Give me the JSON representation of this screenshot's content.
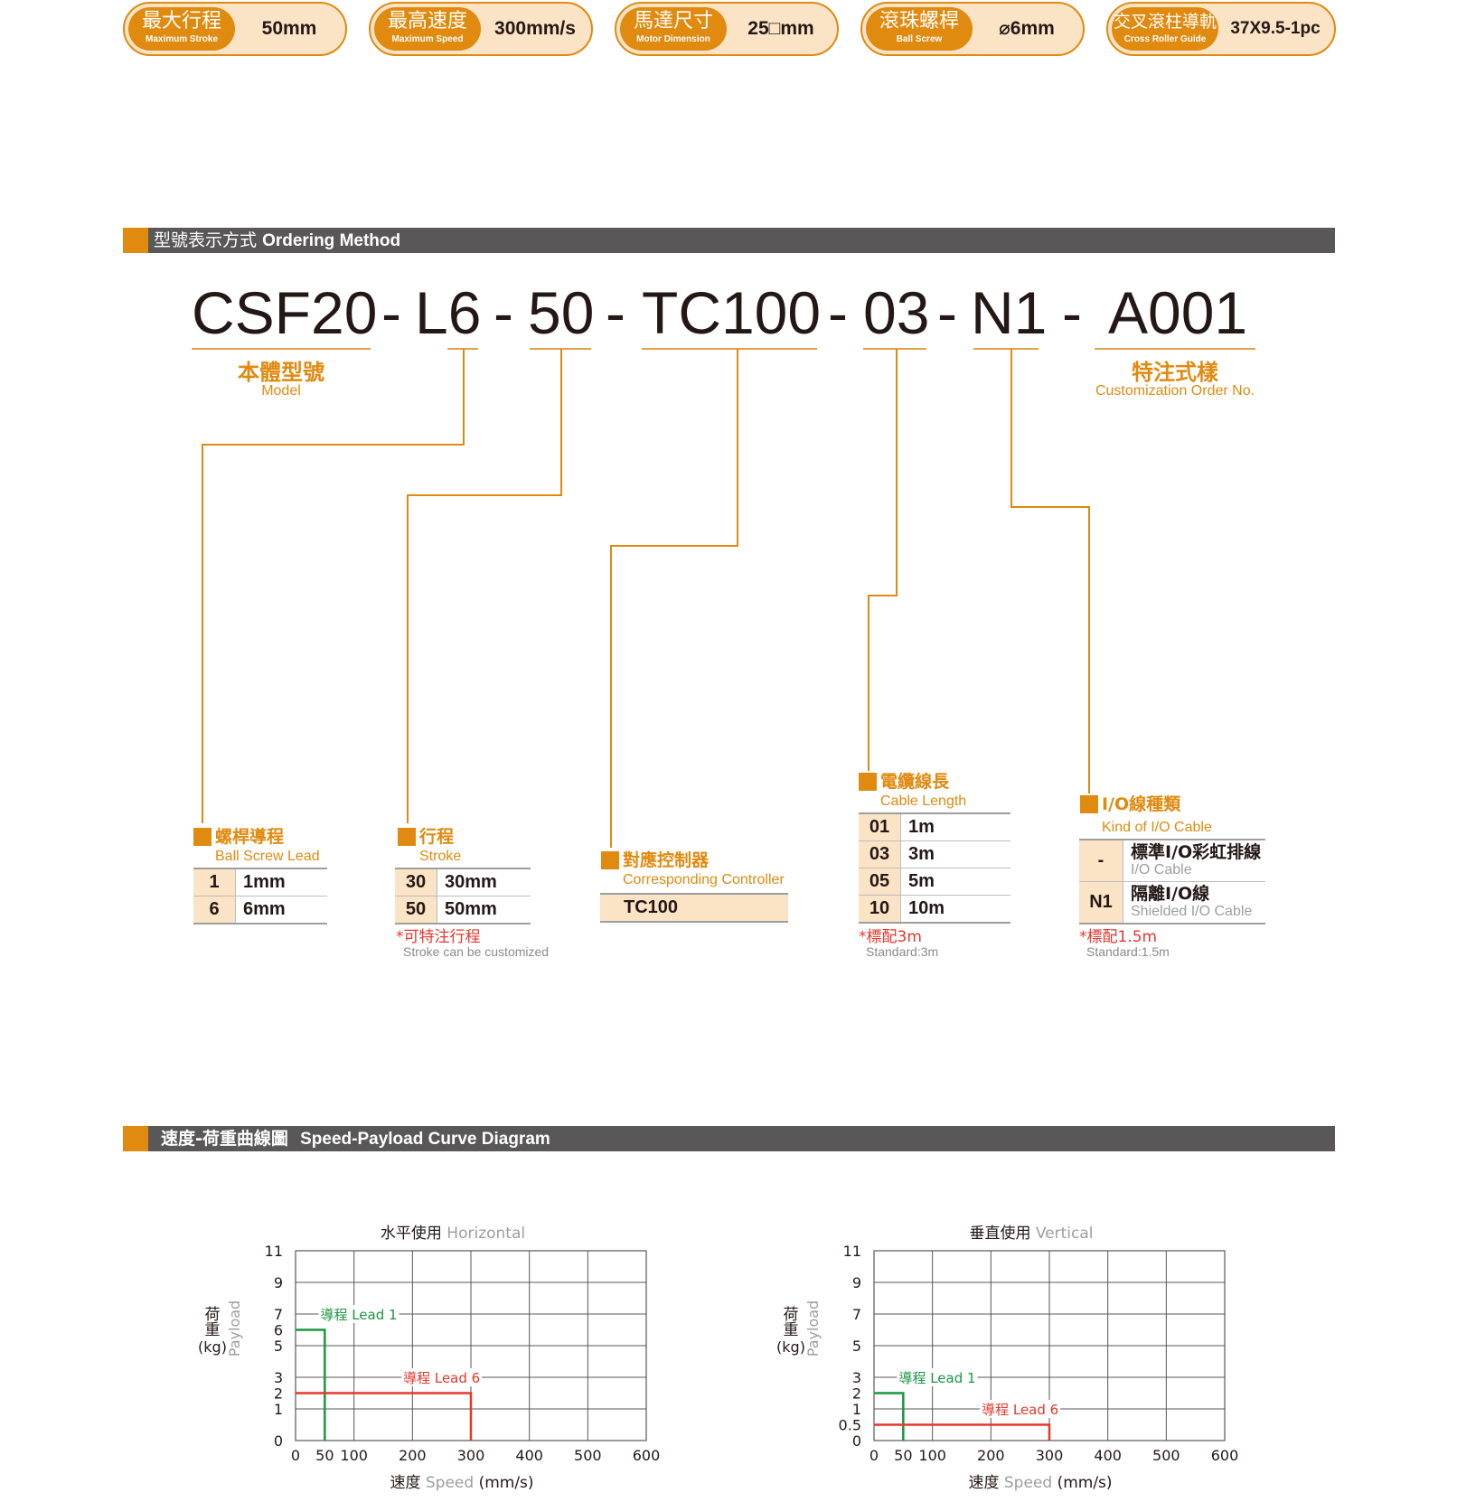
{
  "specs": [
    {
      "zh": "最大行程",
      "en": "Maximum Stroke",
      "value": "50mm"
    },
    {
      "zh": "最高速度",
      "en": "Maximum Speed",
      "value": "300mm/s"
    },
    {
      "zh": "馬達尺寸",
      "en": "Motor Dimension",
      "value": "25□mm"
    },
    {
      "zh": "滾珠螺桿",
      "en": "Ball Screw",
      "value": "⌀6mm"
    },
    {
      "zh": "交叉滾柱導軌",
      "en": "Cross Roller Guide",
      "value": "37X9.5-1pc"
    }
  ],
  "ordering": {
    "header_zh": "型號表示方式",
    "header_en": "Ordering Method",
    "code_parts": [
      "CSF20",
      "-",
      "L6",
      "-",
      "50",
      "-",
      "TC100",
      "-",
      "03",
      "-",
      "N1",
      "-",
      "A001"
    ],
    "model_label_zh": "本體型號",
    "model_label_en": "Model",
    "custom_label_zh": "特注式樣",
    "custom_label_en": "Customization Order No.",
    "lead": {
      "title_zh": "螺桿導程",
      "title_en": "Ball Screw Lead",
      "rows": [
        {
          "k": "1",
          "v": "1mm"
        },
        {
          "k": "6",
          "v": "6mm"
        }
      ]
    },
    "stroke": {
      "title_zh": "行程",
      "title_en": "Stroke",
      "rows": [
        {
          "k": "30",
          "v": "30mm"
        },
        {
          "k": "50",
          "v": "50mm"
        }
      ],
      "note_zh": "*可特注行程",
      "note_en": "Stroke can be customized"
    },
    "controller": {
      "title_zh": "對應控制器",
      "title_en": "Corresponding Controller",
      "rows": [
        {
          "v": "TC100"
        }
      ]
    },
    "cable": {
      "title_zh": "電纜線長",
      "title_en": "Cable Length",
      "rows": [
        {
          "k": "01",
          "v": "1m"
        },
        {
          "k": "03",
          "v": "3m"
        },
        {
          "k": "05",
          "v": "5m"
        },
        {
          "k": "10",
          "v": "10m"
        }
      ],
      "note_zh": "*標配3m",
      "note_en": "Standard:3m"
    },
    "io": {
      "title_zh": "I/O線種類",
      "title_en": "Kind of I/O Cable",
      "rows": [
        {
          "k": "-",
          "zh": "標準I/O彩虹排線",
          "en": "I/O Cable"
        },
        {
          "k": "N1",
          "zh": "隔離I/O線",
          "en": "Shielded I/O Cable"
        }
      ],
      "note_zh": "*標配1.5m",
      "note_en": "Standard:1.5m"
    }
  },
  "curve": {
    "header_zh": "速度-荷重曲線圖",
    "header_en": "Speed-Payload Curve Diagram"
  },
  "chart_data": [
    {
      "type": "line",
      "title": "水平使用 Horizontal",
      "title_zh": "水平使用",
      "title_en": "Horizontal",
      "xlabel_zh": "速度",
      "xlabel_en": "Speed",
      "xlabel_unit": "(mm/s)",
      "ylabel_zh": "荷重",
      "ylabel_unit": "(kg)",
      "ylabel_en": "Payload",
      "xlim": [
        0,
        600
      ],
      "x_ticks": [
        0,
        50,
        100,
        200,
        300,
        400,
        500,
        600
      ],
      "x_grid": [
        100,
        200,
        300,
        400,
        500
      ],
      "ylim": [
        0,
        11
      ],
      "y_ticks": [
        0,
        1,
        2,
        3,
        5,
        6,
        7,
        9,
        11
      ],
      "y_grid": [
        1,
        3,
        5,
        7,
        9
      ],
      "grid": true,
      "series": [
        {
          "name": "導程 Lead 1",
          "color": "#1a9641",
          "max_speed": 50,
          "payload": 6,
          "label_y": 7
        },
        {
          "name": "導程 Lead 6",
          "color": "#e8362b",
          "max_speed": 300,
          "payload": 2,
          "label_y": 3
        }
      ]
    },
    {
      "type": "line",
      "title": "垂直使用 Vertical",
      "title_zh": "垂直使用",
      "title_en": "Vertical",
      "xlabel_zh": "速度",
      "xlabel_en": "Speed",
      "xlabel_unit": "(mm/s)",
      "ylabel_zh": "荷重",
      "ylabel_unit": "(kg)",
      "ylabel_en": "Payload",
      "xlim": [
        0,
        600
      ],
      "x_ticks": [
        0,
        50,
        100,
        200,
        300,
        400,
        500,
        600
      ],
      "x_grid": [
        100,
        200,
        300,
        400,
        500
      ],
      "ylim": [
        0,
        11
      ],
      "y_ticks": [
        0,
        0.5,
        1,
        2,
        3,
        5,
        7,
        9,
        11
      ],
      "y_grid": [
        1,
        3,
        5,
        7,
        9
      ],
      "grid": true,
      "series": [
        {
          "name": "導程 Lead 1",
          "color": "#1a9641",
          "max_speed": 50,
          "payload": 2,
          "label_y": 3
        },
        {
          "name": "導程 Lead 6",
          "color": "#e8362b",
          "max_speed": 300,
          "payload": 0.5,
          "label_y": 1
        }
      ]
    }
  ]
}
